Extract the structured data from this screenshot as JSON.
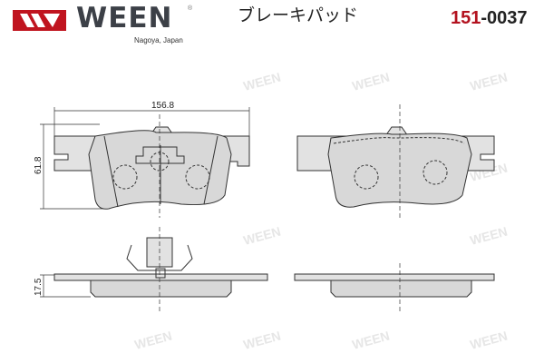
{
  "header": {
    "brand": "WEEN",
    "registered": "®",
    "location": "Nagoya, Japan",
    "product_title": "ブレーキパッド",
    "part_number_prefix": "151",
    "part_number_suffix": "-0037"
  },
  "drawing": {
    "width_dim": "156.8",
    "height_dim": "61.8",
    "thickness_dim": "17.5",
    "watermark": "WEEN"
  },
  "colors": {
    "brand_red": "#c0141f",
    "pad_fill": "#d8d8d8",
    "line": "#333333"
  }
}
